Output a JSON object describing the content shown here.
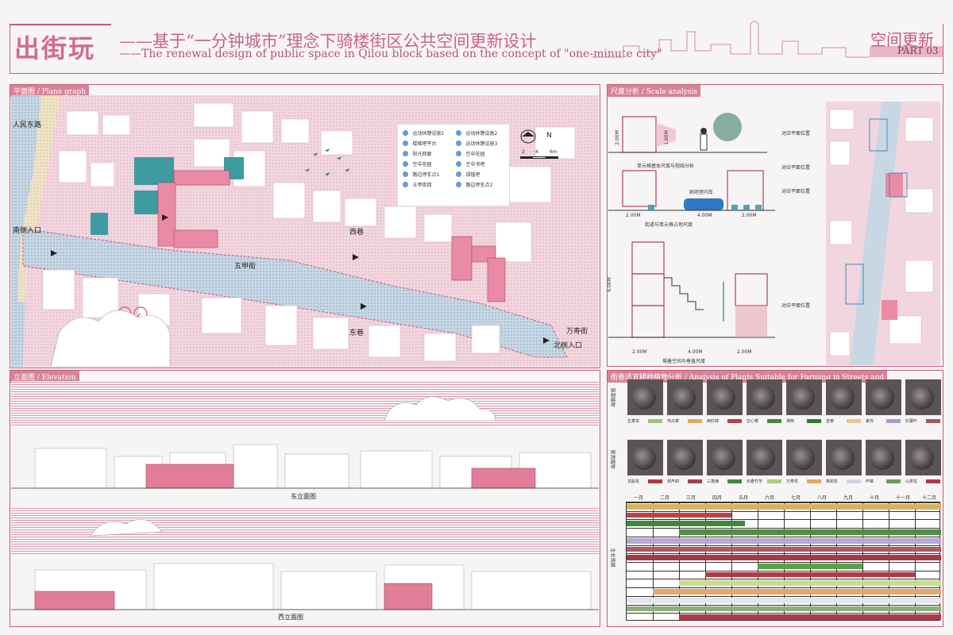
{
  "header": {
    "title_cn": "出街玩",
    "subtitle_cn": "——基于“一分钟城市”理念下骑楼街区公共空间更新设计",
    "subtitle_en": "——The renewal design of public space in Qilou block based on the concept of \"one-minute city\"",
    "part_cn": "空间更新",
    "part_en": "PART 03"
  },
  "sections": {
    "plane": "平面图 / Plane graph",
    "elevation": "立面图 / Elevation",
    "scale": "尺度分析 / Scale analysis",
    "plants": "街巷适宜耕种植物分析 / Analysis of Plants Suitable for Farming in Streets and"
  },
  "plan": {
    "labels": {
      "renmin": "人民东路",
      "south": "南侧入口",
      "wujia": "五甲街",
      "xixiang": "西巷",
      "dongxiang": "东巷",
      "wanshou": "万寿街",
      "north": "北侧入口"
    },
    "north_label": "N",
    "scale_ticks": [
      "2",
      "4",
      "6m"
    ],
    "legend": [
      [
        "运动休憩设施1",
        "运动休憩设施2"
      ],
      [
        "楼梯吧平台",
        "运动休憩设施3"
      ],
      [
        "阳光回廊",
        "空中花园"
      ],
      [
        "空中花园",
        "空中书吧"
      ],
      [
        "路边停车点1",
        "绿植吧"
      ],
      [
        "五甲街回",
        "路边停车点2"
      ]
    ]
  },
  "elevation": {
    "east": "东立面图",
    "west": "西立面图"
  },
  "scale": {
    "cap1": "单元格基本尺度与视线分析",
    "cap2": "街道与单元格占地尺度",
    "cap3": "堆叠空间与垂直尺度",
    "h1": "2.00M",
    "eye": "1.60M",
    "w1": "2.00M",
    "w2": "4.00M",
    "w3": "2.00M",
    "car": "剧场室内车",
    "v1": "6.00M",
    "b1": "2.00M",
    "b2": "4.00M",
    "b3": "2.00M",
    "pos1": "对应平面位置",
    "pos2": "对应平面位置",
    "pos3": "对应平面位置",
    "pos4": "对应平面位置"
  },
  "plants": {
    "row1_label": "蔬菜植物",
    "row2_label": "观赏植物",
    "row3_label": "生长周期",
    "row1": [
      {
        "name": "生菜花",
        "color": "#9bc47b"
      },
      {
        "name": "鸡瓜菜",
        "color": "#e0a95c"
      },
      {
        "name": "西红柿",
        "color": "#b8404a"
      },
      {
        "name": "空心菜",
        "color": "#3f8a3a"
      },
      {
        "name": "薄荷",
        "color": "#2e7a33"
      },
      {
        "name": "韭菜",
        "color": "#e9c884"
      },
      {
        "name": "紫苏",
        "color": "#a99bc9"
      },
      {
        "name": "红薯叶",
        "color": "#9a5a5a"
      }
    ],
    "row2": [
      {
        "name": "龙船花",
        "color": "#b03a44"
      },
      {
        "name": "翠芦莉",
        "color": "#a0444c"
      },
      {
        "name": "三角梅",
        "color": "#3d8a3d"
      },
      {
        "name": "长春竹芋",
        "color": "#a9cf7b"
      },
      {
        "name": "万寿花",
        "color": "#e3a860"
      },
      {
        "name": "茉莉花",
        "color": "#d4d1e0"
      },
      {
        "name": "芦荟",
        "color": "#6f9a5a"
      },
      {
        "name": "山茶花",
        "color": "#b03a44"
      }
    ],
    "months": [
      "一月",
      "二月",
      "三月",
      "四月",
      "五月",
      "六月",
      "七月",
      "八月",
      "九月",
      "十月",
      "十一月",
      "十二月"
    ],
    "bars": [
      {
        "start": 0,
        "end": 12,
        "color": "#d9b35c"
      },
      {
        "start": 0,
        "end": 4,
        "color": "#b9434d"
      },
      {
        "start": 0,
        "end": 4.5,
        "color": "#3f8a3a"
      },
      {
        "start": 2,
        "end": 12,
        "color": "#4c8f3f"
      },
      {
        "start": 0,
        "end": 12,
        "color": "#b7a8d1"
      },
      {
        "start": 0,
        "end": 12,
        "color": "#b05a62"
      },
      {
        "start": 0,
        "end": 12,
        "color": "#a43a44"
      },
      {
        "start": 5,
        "end": 9,
        "color": "#5aa04a"
      },
      {
        "start": 3,
        "end": 11,
        "color": "#b3384a"
      },
      {
        "start": 2,
        "end": 12,
        "color": "#c9dc8f"
      },
      {
        "start": 1,
        "end": 12,
        "color": "#e4a768"
      },
      {
        "start": 0,
        "end": 12,
        "color": "#e7e3ec"
      },
      {
        "start": 0,
        "end": 12,
        "color": "#8cb07a"
      },
      {
        "start": 2,
        "end": 12,
        "color": "#b3384a"
      }
    ]
  }
}
